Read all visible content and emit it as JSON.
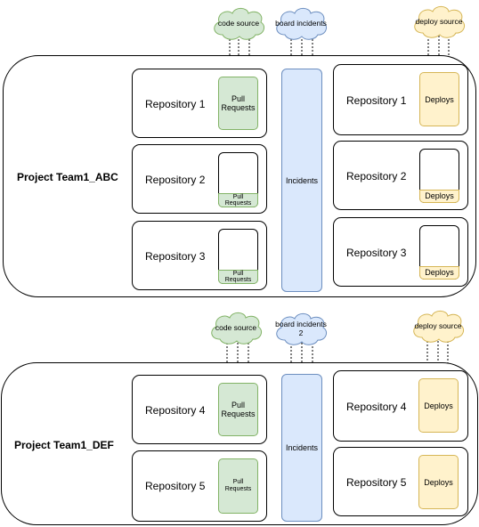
{
  "team1": {
    "label": "Project Team1_ABC",
    "left_repos": [
      "Repository 1",
      "Repository 2",
      "Repository 3"
    ],
    "right_repos": [
      "Repository 1",
      "Repository 2",
      "Repository 3"
    ],
    "pull_requests": "Pull Requests",
    "incidents": "Incidents",
    "deploys": "Deploys",
    "cloud_code": "code source",
    "cloud_board": "board incidents",
    "cloud_deploy": "deploy source"
  },
  "team2": {
    "label": "Project Team1_DEF",
    "left_repos": [
      "Repository 4",
      "Repository 5"
    ],
    "right_repos": [
      "Repository 4",
      "Repository 5"
    ],
    "pull_requests": "Pull Requests",
    "incidents": "Incidents",
    "deploys": "Deploys",
    "cloud_code": "code source",
    "cloud_board": "board incidents 2",
    "cloud_deploy": "deploy source"
  },
  "colors": {
    "green": "#d5e8d4",
    "yellow": "#fff2cc",
    "blue": "#dae8fc"
  }
}
